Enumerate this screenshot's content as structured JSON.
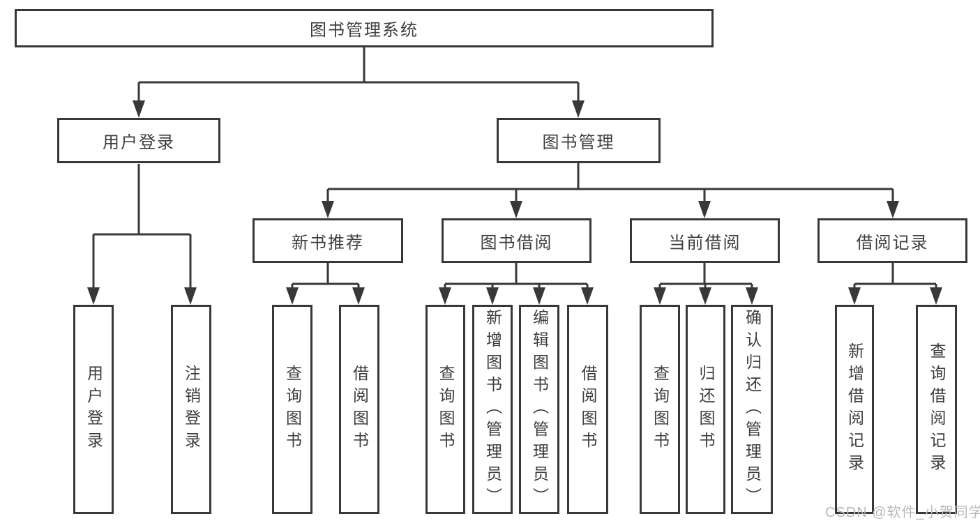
{
  "diagram": {
    "root": "图书管理系统",
    "level2": {
      "user_login": "用户登录",
      "book_management": "图书管理"
    },
    "level3": {
      "new_book_recommend": "新书推荐",
      "book_borrow": "图书借阅",
      "current_borrow": "当前借阅",
      "borrow_records": "借阅记录"
    },
    "leaves": {
      "user_login": "用户登录",
      "logout": "注销登录",
      "recommend_query_books": "查询图书",
      "recommend_borrow_books": "借阅图书",
      "borrow_query_books": "查询图书",
      "borrow_add_book_admin": "新增图书（管理员）",
      "borrow_edit_book_admin": "编辑图书（管理员）",
      "borrow_borrow_books": "借阅图书",
      "current_query_books": "查询图书",
      "current_return_book": "归还图书",
      "current_confirm_return_admin": "确认归还（管理员）",
      "records_add_record": "新增借阅记录",
      "records_query_record": "查询借阅记录"
    }
  },
  "watermark": "CSDN @软件_小贺同学",
  "colors": {
    "line": "#383838",
    "text": "#3d3d3d",
    "watermark": "#b9b9b9",
    "background": "#ffffff"
  }
}
